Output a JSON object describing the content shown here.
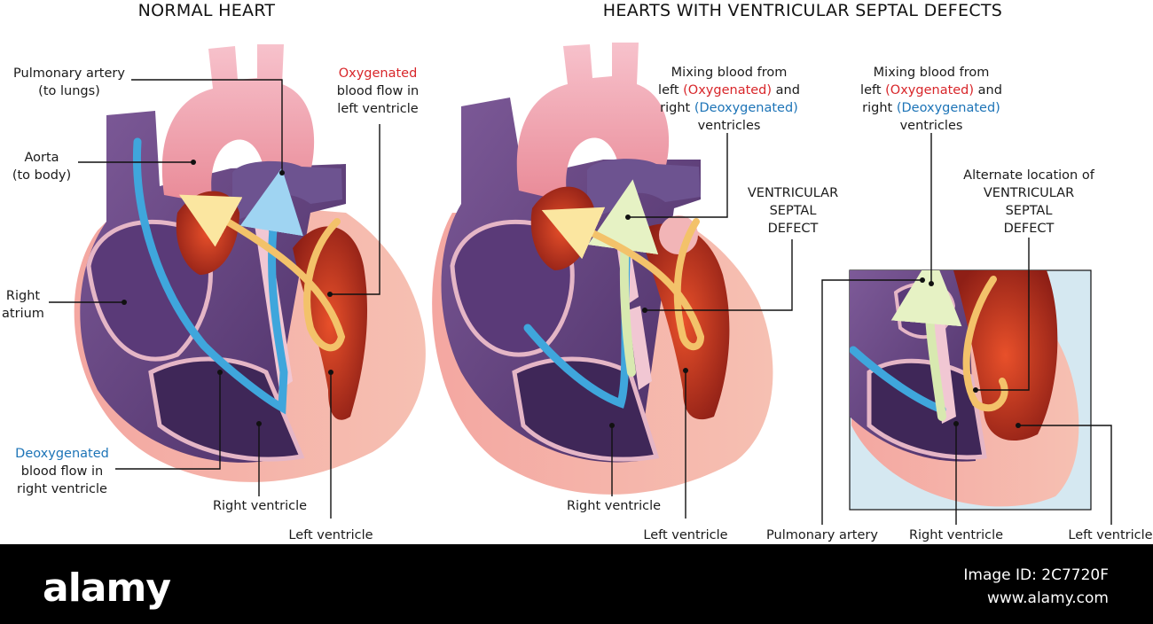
{
  "titles": {
    "normal": "NORMAL HEART",
    "vsd": "HEARTS WITH VENTRICULAR SEPTAL DEFECTS"
  },
  "normal_heart": {
    "pulmonary_artery": [
      "Pulmonary artery",
      "(to lungs)"
    ],
    "aorta": [
      "Aorta",
      "(to body)"
    ],
    "right_atrium": [
      "Right",
      "atrium"
    ],
    "oxygenated": [
      "Oxygenated",
      "blood flow in",
      "left ventricle"
    ],
    "deoxygenated": [
      "Deoxygenated",
      "blood flow in",
      "right ventricle"
    ],
    "right_ventricle": "Right ventricle",
    "left_ventricle": "Left ventricle"
  },
  "vsd_heart": {
    "mixing": {
      "line1": "Mixing blood from",
      "line2_pre": "left ",
      "line2_red": "(Oxygenated)",
      "line2_post": " and",
      "line3_pre": "right ",
      "line3_blue": "(Deoxygenated)",
      "line4": "ventricles"
    },
    "vsd_label": [
      "VENTRICULAR",
      "SEPTAL",
      "DEFECT"
    ],
    "right_ventricle": "Right ventricle",
    "left_ventricle": "Left ventricle"
  },
  "inset": {
    "mixing": {
      "line1": "Mixing blood from",
      "line2_pre": "left ",
      "line2_red": "(Oxygenated)",
      "line2_post": " and",
      "line3_pre": "right ",
      "line3_blue": "(Deoxygenated)",
      "line4": "ventricles"
    },
    "alt_location": [
      "Alternate location of",
      "VENTRICULAR",
      "SEPTAL",
      "DEFECT"
    ],
    "pulmonary_artery": "Pulmonary artery",
    "right_ventricle": "Right ventricle",
    "left_ventricle": "Left ventricle"
  },
  "footer": {
    "logo": "alamy",
    "image_id": "Image ID: 2C7720F",
    "site": "www.alamy.com"
  },
  "colors": {
    "oxygenated": "#d8262a",
    "deoxygenated": "#1d74b7",
    "heart_purple": "#6e4b86",
    "heart_pink": "#f0a3a3",
    "chamber_red": "#a82a1a"
  }
}
